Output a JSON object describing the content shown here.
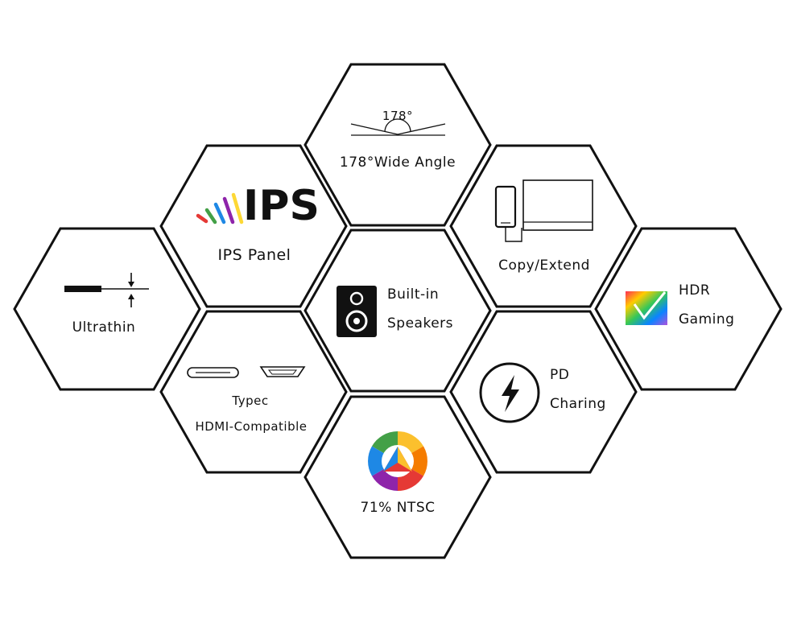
{
  "features": {
    "wide_angle": {
      "label": "178°Wide Angle",
      "angle": "178°",
      "icon": "viewing-angle-icon"
    },
    "ips": {
      "label": "IPS Panel",
      "logo_text": "IPS",
      "icon": "ips-logo-icon"
    },
    "copy_extend": {
      "label": "Copy/Extend",
      "icon": "phone-monitor-icon"
    },
    "ultrathin": {
      "label": "Ultrathin",
      "icon": "thickness-icon"
    },
    "speakers": {
      "line1": "Built-in",
      "line2": "Speakers",
      "icon": "speaker-icon"
    },
    "hdr": {
      "line1": "HDR",
      "line2": "Gaming",
      "icon": "hdr-color-icon"
    },
    "ports": {
      "line1": "Typec",
      "line2": "HDMI-Compatible",
      "icon": "ports-icon"
    },
    "pd": {
      "line1": "PD",
      "line2": "Charing",
      "icon": "lightning-icon"
    },
    "ntsc": {
      "label": "71% NTSC",
      "icon": "color-wheel-icon"
    }
  },
  "colors": {
    "stroke": "#111111",
    "background": "#ffffff"
  }
}
